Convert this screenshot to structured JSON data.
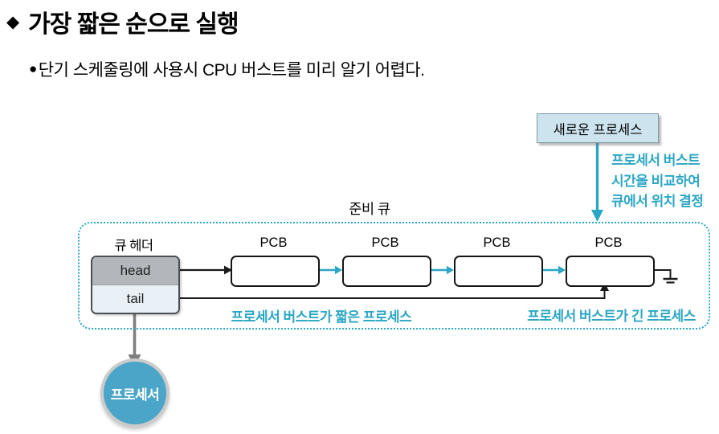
{
  "colors": {
    "accent": "#2ba6c4",
    "new_process_fill": "#cde4ef",
    "new_process_border": "#7e99a7",
    "head_fill": "#b3b7bc",
    "tail_fill": "#e9f1f7",
    "header_border": "#4a4d52",
    "pcb_border": "#141414",
    "circle_fill": "#4aa5c8",
    "circle_ring": "#cbcbcb",
    "gray_arrow": "#7f7f7f",
    "text": "#000000"
  },
  "title": {
    "marker": "◆",
    "text": "가장 짧은 순으로 실행"
  },
  "bullet": {
    "marker": "●",
    "text": "단기 스케줄링에 사용시 CPU 버스트를 미리 알기 어렵다."
  },
  "diagram": {
    "new_process": "새로운 프로세스",
    "annotation_line1": "프로세서 버스트",
    "annotation_line2": "시간을 비교하여",
    "annotation_line3": "큐에서 위치 결정",
    "ready_queue": "준비 큐",
    "queue_header": "큐 헤더",
    "head": "head",
    "tail": "tail",
    "pcb1": "PCB",
    "pcb2": "PCB",
    "pcb3": "PCB",
    "pcb4": "PCB",
    "caption_short": "프로세서 버스트가 짧은 프로세스",
    "caption_long": "프로세서 버스트가 긴 프로세스",
    "processor": "프로세서"
  }
}
